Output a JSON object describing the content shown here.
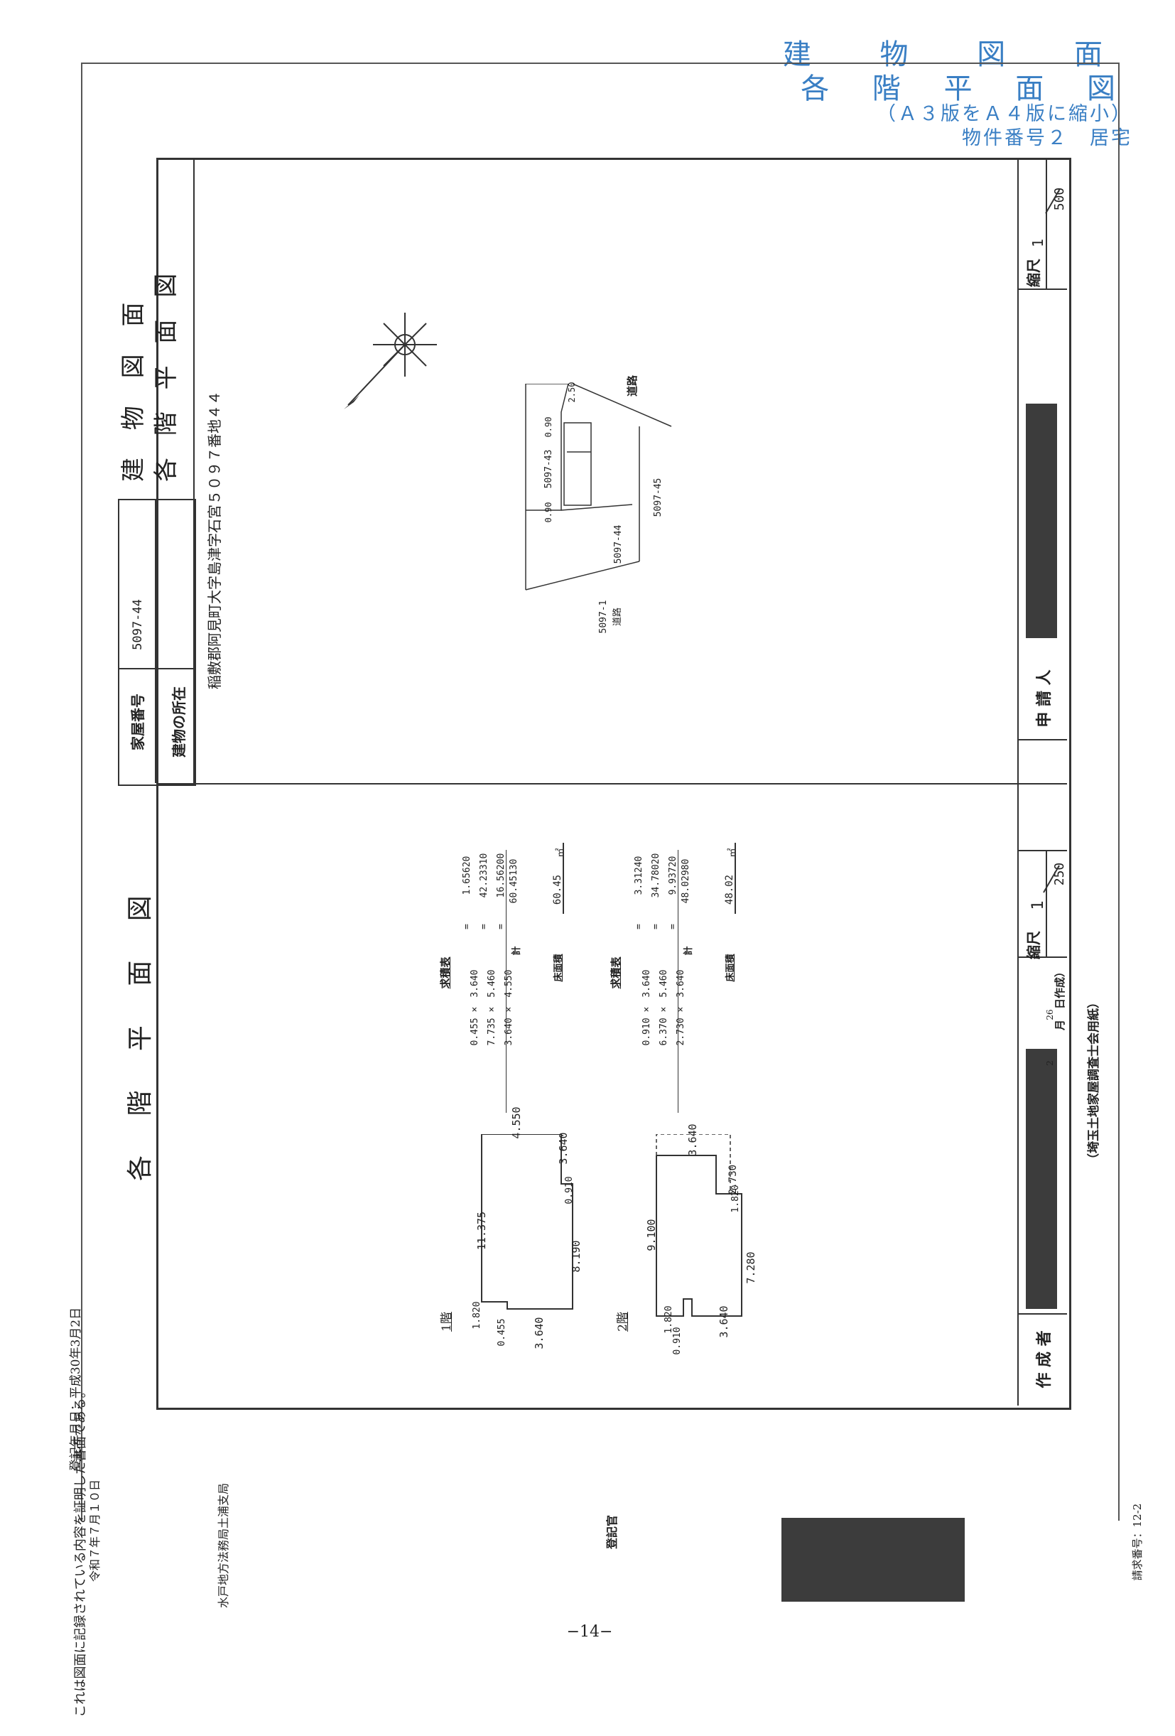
{
  "header": {
    "line1": "建 物 図 面",
    "line2": "各 階 平 面 図",
    "line3": "（Ａ３版をＡ４版に縮小）",
    "line4": "物件番号２　居宅"
  },
  "sheet": {
    "house_number_label": "家屋番号",
    "house_number": "5097-44",
    "location_label": "建物の所在",
    "location": "稲敷郡阿見町大字島津字石宮５０９７番地４４",
    "building_title": "建 物 図 面",
    "floor_title_top": "各 階 平 面 図",
    "floor_title_main": "各 階 平 面 図",
    "scale_label": "縮尺",
    "scale_site": "500",
    "scale_floor": "250",
    "scale_numerator": "1",
    "applicant_label": "申 請 人",
    "creator_label": "作 成 者",
    "created_date_suffix": "月　日作成）",
    "created_day": "26",
    "created_month_prefix": "2",
    "association": "（埼玉土地家屋調査士会用紙）"
  },
  "site_plan": {
    "road_label": "道路",
    "road_width": "2.50",
    "dim_a": "0.90",
    "dim_b": "0.90",
    "lot_43": "5097-43",
    "lot_45": "5097-45",
    "lot_44": "5097-44",
    "lot_1": "5097-1",
    "lot_1_road": "道路"
  },
  "floor1": {
    "label": "1階",
    "dims": [
      "4.550",
      "3.640",
      "0.910",
      "11.375",
      "8.190",
      "1.820",
      "0.455",
      "3.640"
    ],
    "calc_title": "求積表",
    "rows": [
      {
        "expr": "0.455 ×　3.640",
        "eq": "=",
        "val": "1.65620"
      },
      {
        "expr": "7.735 ×　5.460",
        "eq": "=",
        "val": "42.23310"
      },
      {
        "expr": "3.640 ×　4.550",
        "eq": "=",
        "val": "16.56200"
      }
    ],
    "sum_label": "計",
    "sum": "60.45130",
    "area_label": "床面積",
    "area": "60.45",
    "unit": "㎡"
  },
  "floor2": {
    "label": "2階",
    "dims": [
      "3.640",
      "2.730",
      "1.820",
      "9.100",
      "7.280",
      "1.820",
      "3.640",
      "0.910"
    ],
    "calc_title": "求積表",
    "rows": [
      {
        "expr": "0.910 ×　3.640",
        "eq": "=",
        "val": "3.31240"
      },
      {
        "expr": "6.370 ×　5.460",
        "eq": "=",
        "val": "34.78020"
      },
      {
        "expr": "2.730 ×　3.640",
        "eq": "=",
        "val": "9.93720"
      }
    ],
    "sum_label": "計",
    "sum": "48.02980",
    "area_label": "床面積",
    "area": "48.02",
    "unit": "㎡"
  },
  "footer": {
    "register_date": "登記年月日：平成30年3月2日",
    "cert_line1": "これは図面に記録されている内容を証明した書面である。",
    "cert_date": "令和７年７月１０日",
    "cert_office": "水戸地方法務局土浦支局",
    "registrar": "登記官",
    "request_number": "請求番号：12-2",
    "page": "−14−"
  }
}
